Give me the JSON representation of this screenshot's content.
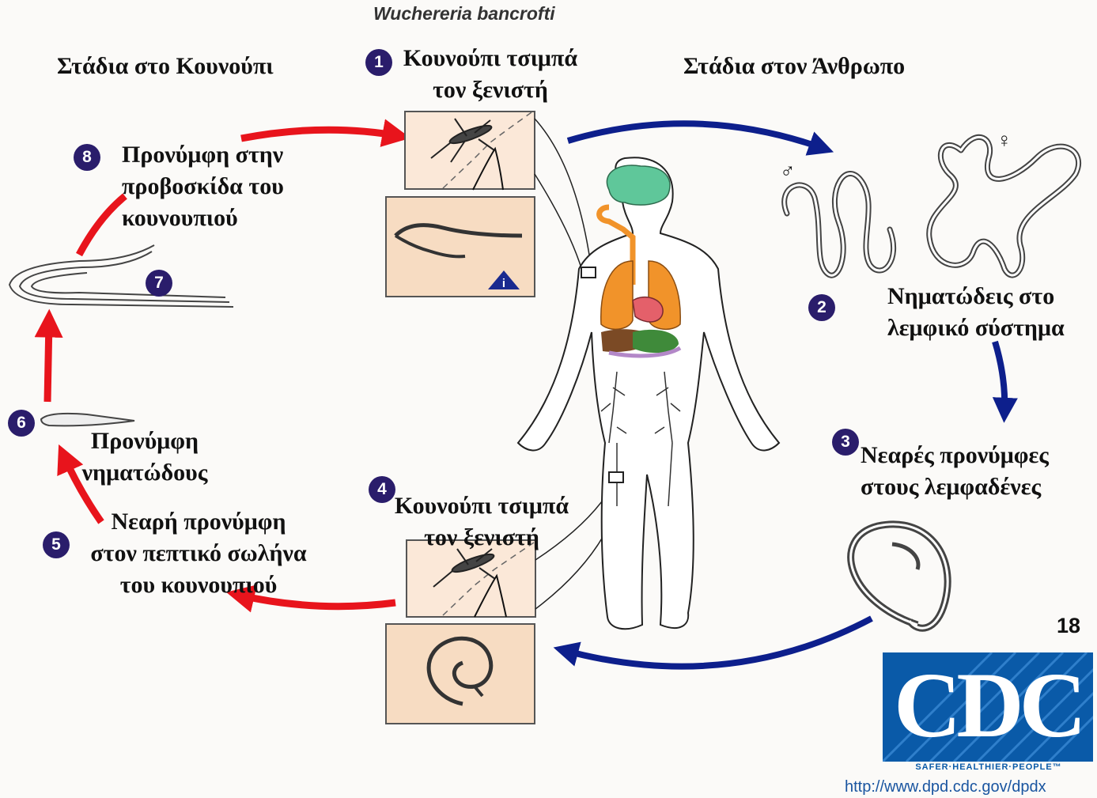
{
  "title": "Wuchereria bancrofti",
  "headers": {
    "mosquito_stages": "Στάδια στο Κουνούπι",
    "human_stages": "Στάδια στον Άνθρωπο"
  },
  "steps": [
    {
      "number": "1",
      "lines": [
        "Κουνούπι τσιμπά",
        "τον ξενιστή"
      ]
    },
    {
      "number": "2",
      "lines": [
        "Νηματώδεις στο",
        "λεμφικό σύστημα"
      ]
    },
    {
      "number": "3",
      "lines": [
        "Νεαρές προνύμφες",
        "στους λεμφαδένες"
      ]
    },
    {
      "number": "4",
      "lines": [
        "Κουνούπι τσιμπά",
        "τον ξενιστή"
      ]
    },
    {
      "number": "5",
      "lines": [
        "Νεαρή προνύμφη",
        "στον πεπτικό σωλήνα",
        "του κουνουπιού"
      ]
    },
    {
      "number": "6",
      "lines": [
        "Προνύμφη",
        "νηματώδους"
      ]
    },
    {
      "number": "7",
      "lines": []
    },
    {
      "number": "8",
      "lines": [
        "Προνύμφη στην",
        "προβοσκίδα του",
        "κουνουπιού"
      ]
    }
  ],
  "sex_symbols": {
    "male": "♂",
    "female": "♀"
  },
  "info_icon": "i",
  "page_number": "18",
  "logo": {
    "text": "CDC",
    "tagline": "SAFER·HEALTHIER·PEOPLE™",
    "url": "http://www.dpd.cdc.gov/dpdx"
  },
  "colors": {
    "mosquito_arrows": "#e8141c",
    "human_arrows": "#0d1f8c",
    "badge": "#2a1d6b",
    "panel": "#f7dcc2",
    "brain": "#5fc79a",
    "lungs": "#f1932a",
    "logo": "#0a5aa8"
  }
}
